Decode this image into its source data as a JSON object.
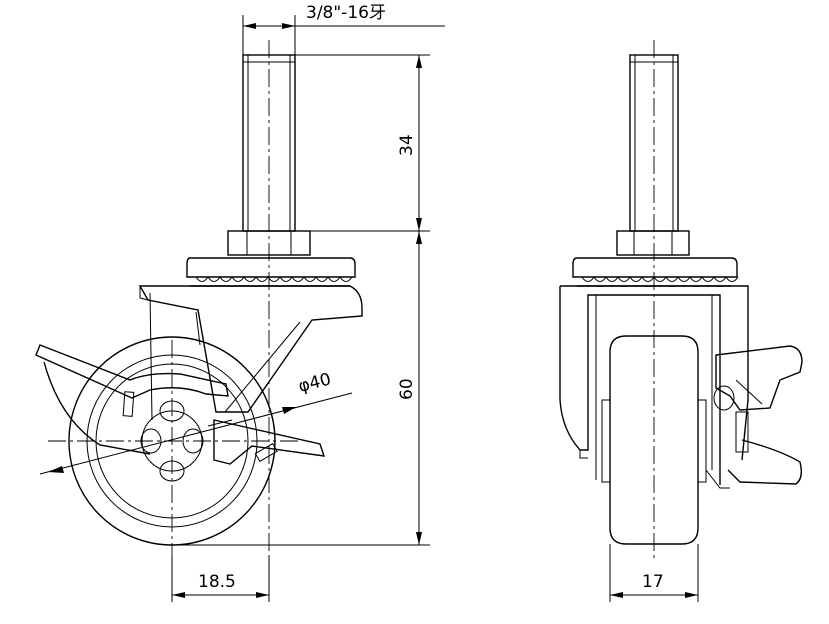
{
  "drawing": {
    "thread_spec": "3/8\"-16牙",
    "stem_length": "34",
    "height_to_stem": "60",
    "wheel_diameter": "φ40",
    "offset": "18.5",
    "wheel_width": "17"
  }
}
